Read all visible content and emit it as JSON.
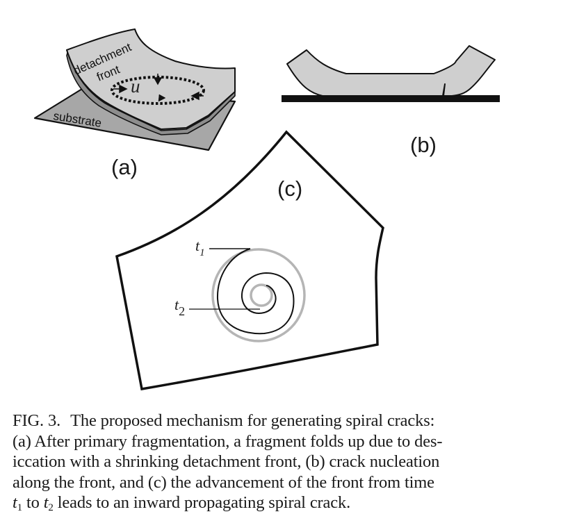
{
  "figure": {
    "number": "FIG. 3.",
    "panels": {
      "a": {
        "label": "(a)",
        "labels": {
          "detachment": "detachment",
          "front": "front",
          "substrate": "substrate",
          "variable": "u"
        }
      },
      "b": {
        "label": "(b)"
      },
      "c": {
        "label": "(c)",
        "time_labels": [
          {
            "symbol": "t",
            "subscript": "1"
          },
          {
            "symbol": "t",
            "subscript": "2"
          }
        ]
      }
    },
    "caption": {
      "title": "The proposed mechanism for generating spiral cracks:",
      "lines": [
        "(a) After primary fragmentation, a fragment folds up due to des-",
        "iccation with a shrinking detachment front, (b) crack nucleation",
        "along the front, and (c) the advancement of the front from time"
      ],
      "last_line": {
        "t1": "t",
        "t1_sub": "1",
        "to": " to ",
        "t2": "t",
        "t2_sub": "2",
        "rest": " leads to an inward propagating spiral crack."
      }
    }
  },
  "colors": {
    "ink": "#111111",
    "fragment_fill": "#cfcfcf",
    "substrate_fill": "#a7a7a7",
    "front_ring": "#b5b5b5"
  }
}
